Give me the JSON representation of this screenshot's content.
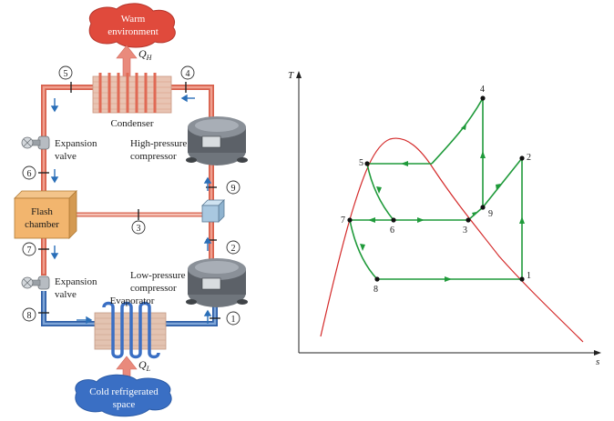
{
  "schematic": {
    "warm_label_1": "Warm",
    "warm_label_2": "environment",
    "cold_label_1": "Cold refrigerated",
    "cold_label_2": "space",
    "qh": "Q",
    "qh_sub": "H",
    "ql": "Q",
    "ql_sub": "L",
    "condenser": "Condenser",
    "evaporator": "Evaporator",
    "expansion_valve_1": "Expansion",
    "expansion_valve_2": "valve",
    "high_compressor_1": "High-pressure",
    "high_compressor_2": "compressor",
    "low_compressor_1": "Low-pressure",
    "low_compressor_2": "compressor",
    "flash_1": "Flash",
    "flash_2": "chamber",
    "state_numbers": [
      "1",
      "2",
      "3",
      "4",
      "5",
      "6",
      "7",
      "8",
      "9"
    ]
  },
  "ts_diagram": {
    "y_axis": "T",
    "x_axis": "s",
    "point_labels": [
      "1",
      "2",
      "3",
      "4",
      "5",
      "6",
      "7",
      "8",
      "9"
    ]
  },
  "colors": {
    "hot_pipe": "#e8735f",
    "cold_pipe": "#3b6fb8",
    "warm_cloud": "#e04a3c",
    "cold_cloud": "#3a6fc4",
    "process_line": "#1f9a3a",
    "saturation_dome": "#d42a2a",
    "flow_arrow": "#2a6fb8"
  }
}
